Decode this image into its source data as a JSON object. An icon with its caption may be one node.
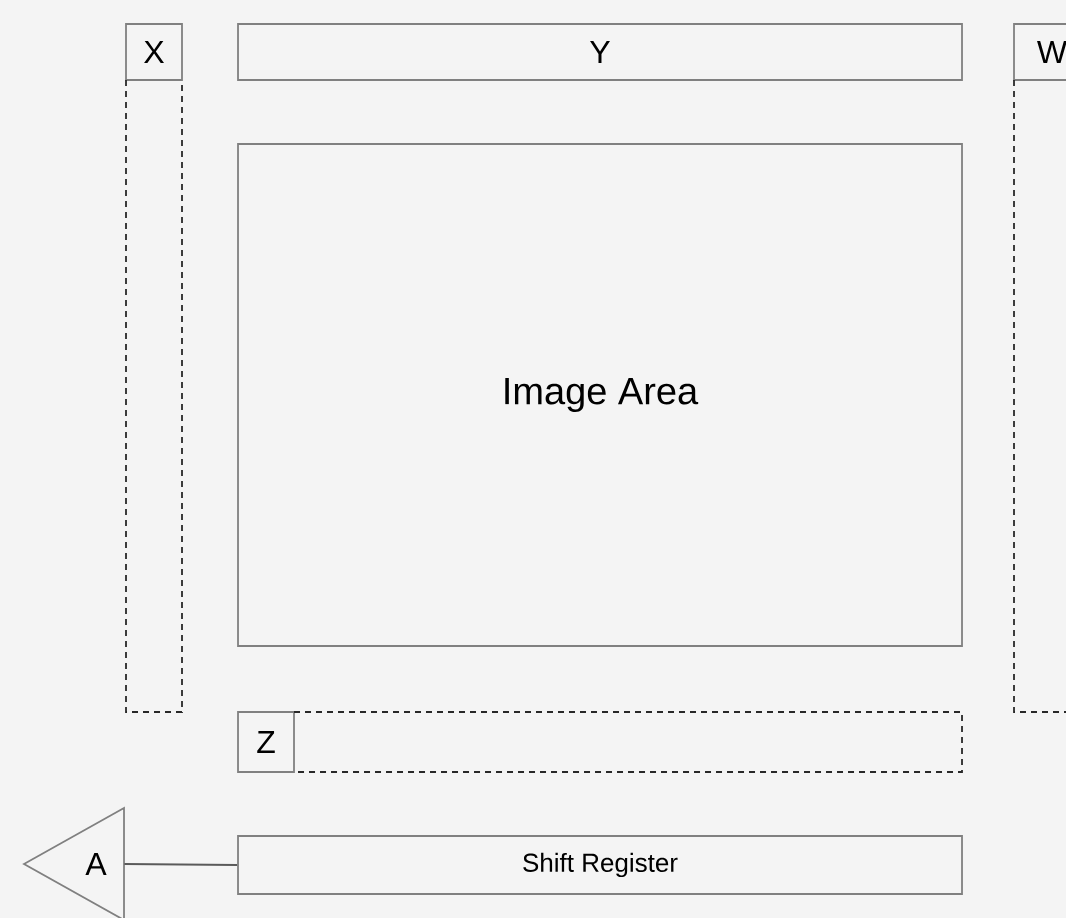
{
  "diagram": {
    "nodes": [
      {
        "text": [
          "X"
        ]
      },
      {
        "text": [
          "Y"
        ]
      },
      {
        "text": [
          "W"
        ]
      },
      {
        "text": [],
        "shape": "box"
      },
      {
        "text": [],
        "shape": "box"
      },
      {
        "text": [
          "Image Area"
        ]
      },
      {
        "text": [
          "Z"
        ]
      },
      {
        "text": [],
        "shape": "box"
      },
      {
        "text": [
          "A"
        ]
      },
      {
        "text": [
          "Shift Register"
        ]
      }
    ],
    "edges": [
      {
        "from": 8,
        "to": 9,
        "arrow": "none"
      }
    ]
  }
}
